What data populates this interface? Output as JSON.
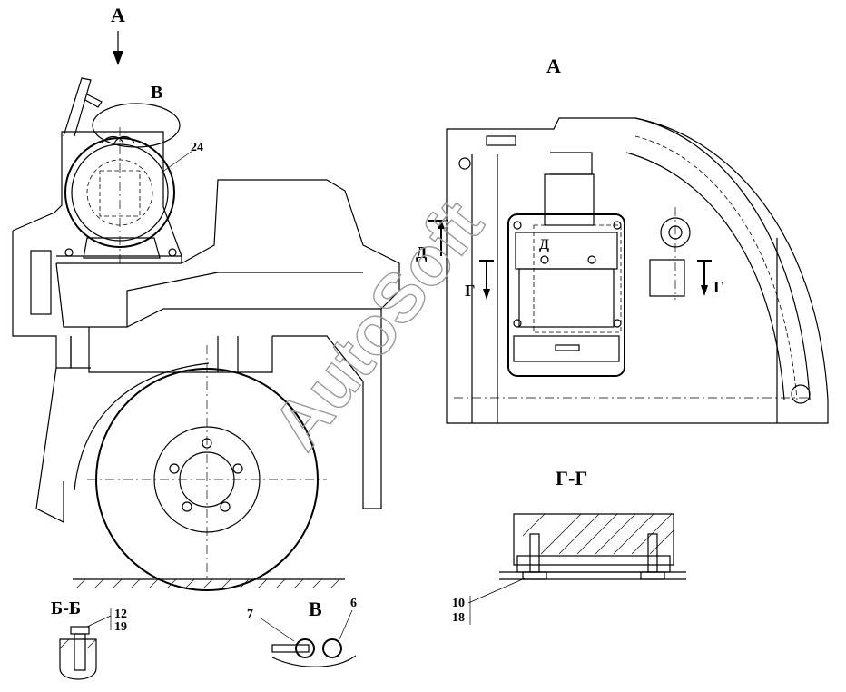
{
  "drawing": {
    "view_labels": {
      "arrow_a": "А",
      "view_a_title": "А",
      "callout_v": "В",
      "detail_v_title": "В",
      "section_bb_title": "Б-Б",
      "section_gg_title": "Г-Г",
      "section_g_left": "Г",
      "section_g_right": "Г",
      "section_d": "Д",
      "section_d_small": "Д"
    },
    "callouts": {
      "p24": "24",
      "p12": "12",
      "p19": "19",
      "p7": "7",
      "p6": "6",
      "p10": "10",
      "p18": "18"
    },
    "watermark": "AutoSoft"
  }
}
